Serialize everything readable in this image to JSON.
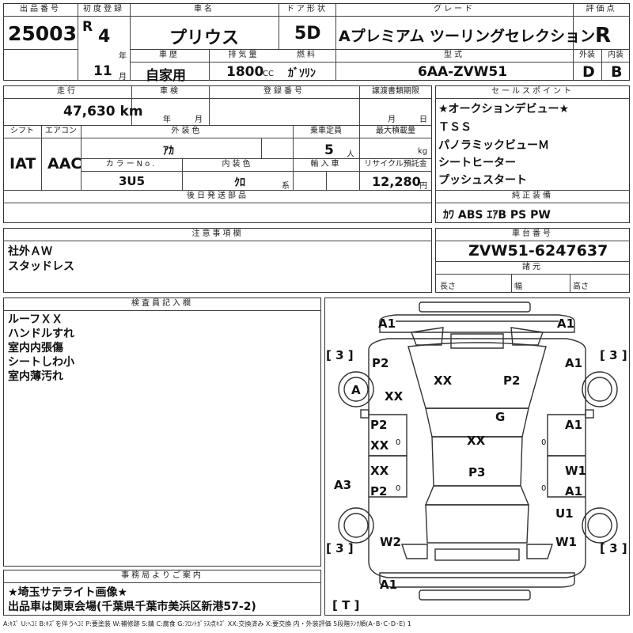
{
  "header": {
    "lot_no_label": "出品番号",
    "lot_no": "25003",
    "first_reg_label": "初度登録",
    "era": "R",
    "year": "4",
    "year_unit": "年",
    "month": "11",
    "month_unit": "月",
    "car_name_label": "車名",
    "car_name": "プリウス",
    "door_label": "ドア形状",
    "door": "5D",
    "grade_label": "グレード",
    "grade": "Aプレミアム ツーリングセレクション",
    "score_label": "評価点",
    "score": "R",
    "history_label": "車歴",
    "history": "自家用",
    "displacement_label": "排気量",
    "displacement": "1800",
    "displacement_unit": "CC",
    "fuel_label": "燃料",
    "fuel": "ｶﾞｿﾘﾝ",
    "model_label": "型式",
    "model": "6AA-ZVW51",
    "ext_score_label": "外装",
    "ext_score": "D",
    "int_score_label": "内装",
    "int_score": "B"
  },
  "row2": {
    "mileage_label": "走行",
    "mileage": "47,630 km",
    "inspection_label": "車検",
    "insp_year": "年",
    "insp_month": "月",
    "plate_label": "登録番号",
    "transfer_label": "譲渡書類期限",
    "transfer_month": "月",
    "transfer_day": "日",
    "shift_label": "シフト",
    "shift": "IAT",
    "ac_label": "エアコン",
    "ac": "AAC",
    "ext_color_label": "外装色",
    "ext_color": "ｱｶ",
    "capacity_label": "乗車定員",
    "capacity": "5",
    "capacity_unit": "人",
    "load_label": "最大積載量",
    "load_unit": "kg",
    "color_no_label": "カラーNo.",
    "color_no": "3U5",
    "int_color_label": "内装色",
    "int_color": "ｸﾛ",
    "int_color_unit": "系",
    "import_label": "輸入車",
    "recycle_label": "リサイクル預託金",
    "recycle": "12,280",
    "recycle_unit": "円",
    "later_parts_label": "後日発送部品"
  },
  "sales": {
    "label": "セールスポイント",
    "items": [
      "★オークションデビュー★",
      "ＴＳＳ",
      "パノラミックビューＭ",
      "シートヒーター",
      "プッシュスタート"
    ],
    "equip_label": "純正装備",
    "equip": "ｶﾜ ABS ｴｱB PS PW"
  },
  "notes": {
    "label": "注意事項欄",
    "lines": [
      "社外ＡＷ",
      "スタッドレス"
    ]
  },
  "chassis": {
    "label": "車台番号",
    "number": "ZVW51-6247637",
    "spec_label": "諸元",
    "length": "長さ",
    "width": "幅",
    "height": "高さ"
  },
  "inspector": {
    "label": "検査員記入欄",
    "lines": [
      "ルーフＸＸ",
      "ハンドルすれ",
      "室内内張傷",
      "シートしわ小",
      "室内薄汚れ"
    ]
  },
  "office": {
    "label": "事務局よりご案内",
    "lines": [
      "★埼玉サテライト画像★",
      "出品車は関東会場(千葉県千葉市美浜区新港57-2)"
    ]
  },
  "diagram": {
    "marks": {
      "front_l": "A1",
      "front_r": "A1",
      "bl_tl": "[ 3 ]",
      "bl_tr": "[ 3 ]",
      "bl_bl": "[ 3 ]",
      "bl_br": "[ 3 ]",
      "bl_t": "[ T ]",
      "p2_lf": "P2",
      "a1_rf": "A1",
      "a_wheel": "A",
      "xx_lfender": "XX",
      "xx_hood": "XX",
      "p2_hood": "P2",
      "g_glass": "G",
      "p2_ld": "P2",
      "xx_ld": "XX",
      "a1_rd": "A1",
      "xx_roof": "XX",
      "xx_lrd": "XX",
      "p2_lrd": "P2",
      "w1_rrd": "W1",
      "a1_rrd": "A1",
      "p3_trunk": "P3",
      "a3_l": "A3",
      "u1_r": "U1",
      "w2_lq": "W2",
      "w1_rq": "W1",
      "rear_a1": "A1",
      "zero": "0"
    }
  },
  "legend": "A:ｷｽﾞ U:ﾍｺﾐ B:ｷｽﾞを伴うﾍｺﾐ P:要塗装 W:補修跡 S:錆 C:腐食 G:ﾌﾛﾝﾄｶﾞﾗｽ点ｷｽﾞ XX:交換済み X:要交換 内・外装評価 5段階ﾗﾝｸ順(A･B･C･D･E) 1"
}
